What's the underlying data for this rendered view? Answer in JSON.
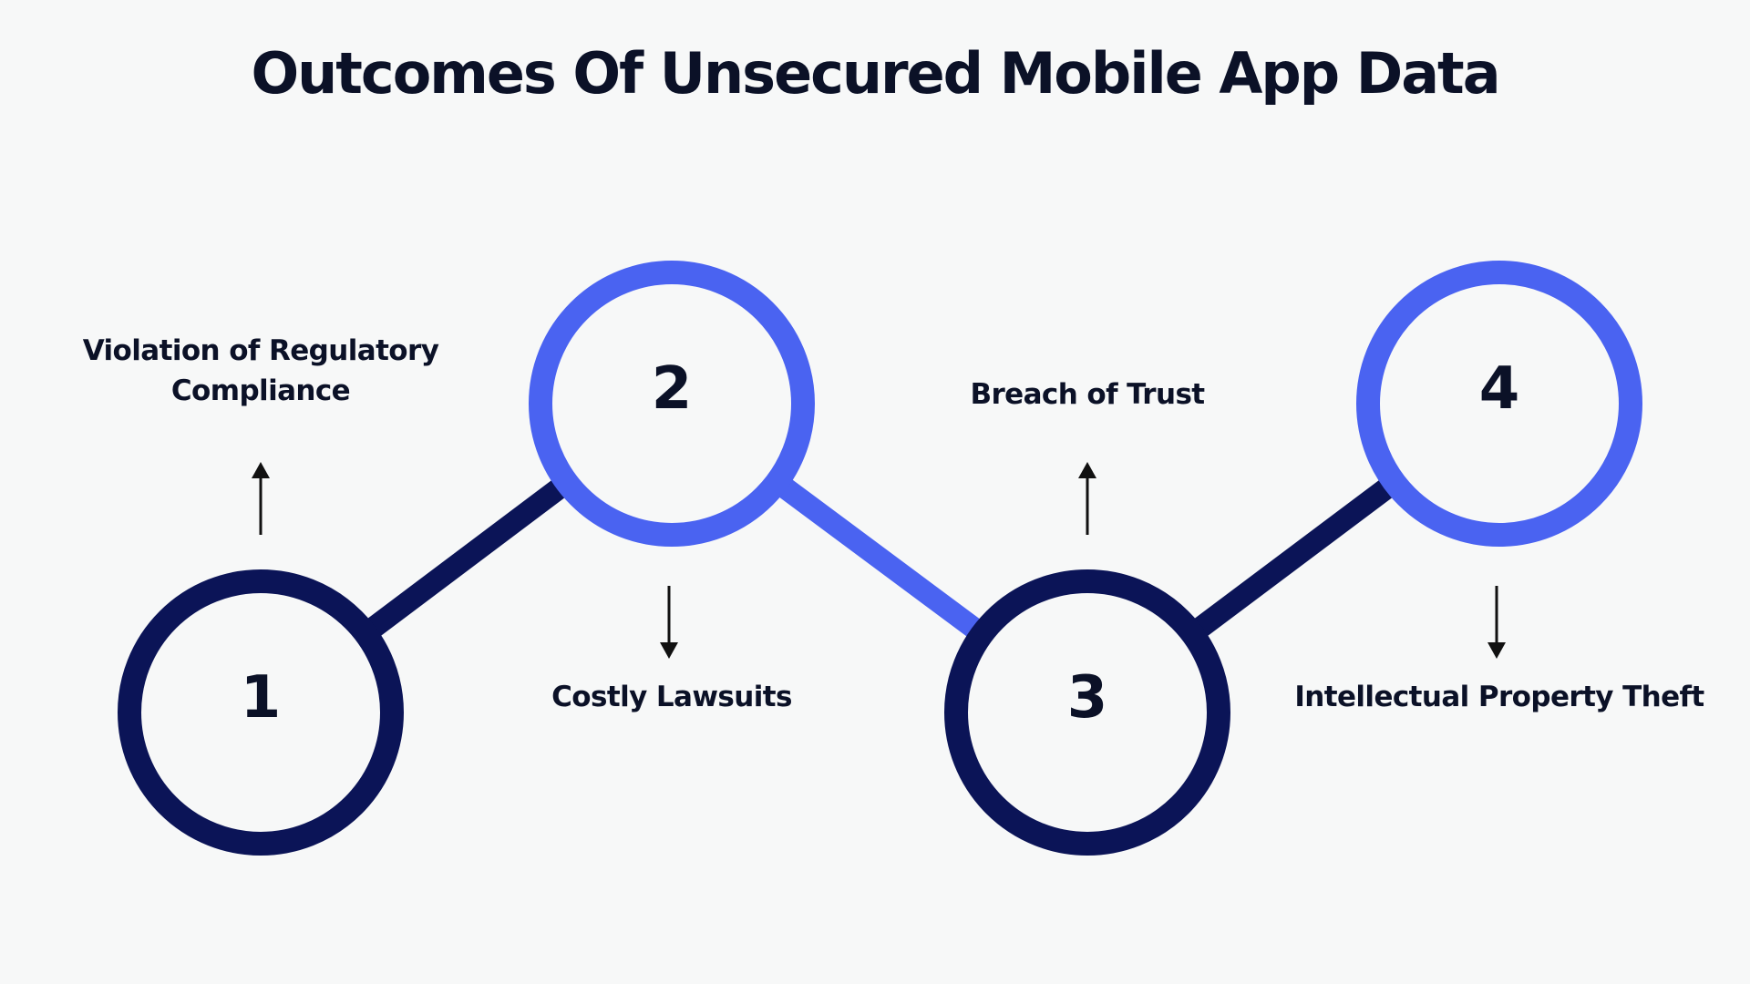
{
  "title": "Outcomes Of Unsecured Mobile App Data",
  "colors": {
    "background": "#f7f8f8",
    "dark": "#0b1457",
    "accent": "#4a63f1",
    "text": "#0b1127",
    "arrow": "#111111"
  },
  "steps": [
    {
      "number": "1",
      "label_lines": [
        "Violation of Regulatory",
        "Compliance"
      ],
      "style": "dark",
      "arrow": "up"
    },
    {
      "number": "2",
      "label_lines": [
        "Costly Lawsuits"
      ],
      "style": "accent",
      "arrow": "down"
    },
    {
      "number": "3",
      "label_lines": [
        "Breach of Trust"
      ],
      "style": "dark",
      "arrow": "up"
    },
    {
      "number": "4",
      "label_lines": [
        "Intellectual Property Theft"
      ],
      "style": "accent",
      "arrow": "down"
    }
  ],
  "connectors": [
    {
      "from": 1,
      "to": 2,
      "style": "dark"
    },
    {
      "from": 2,
      "to": 3,
      "style": "accent"
    },
    {
      "from": 3,
      "to": 4,
      "style": "dark"
    }
  ]
}
